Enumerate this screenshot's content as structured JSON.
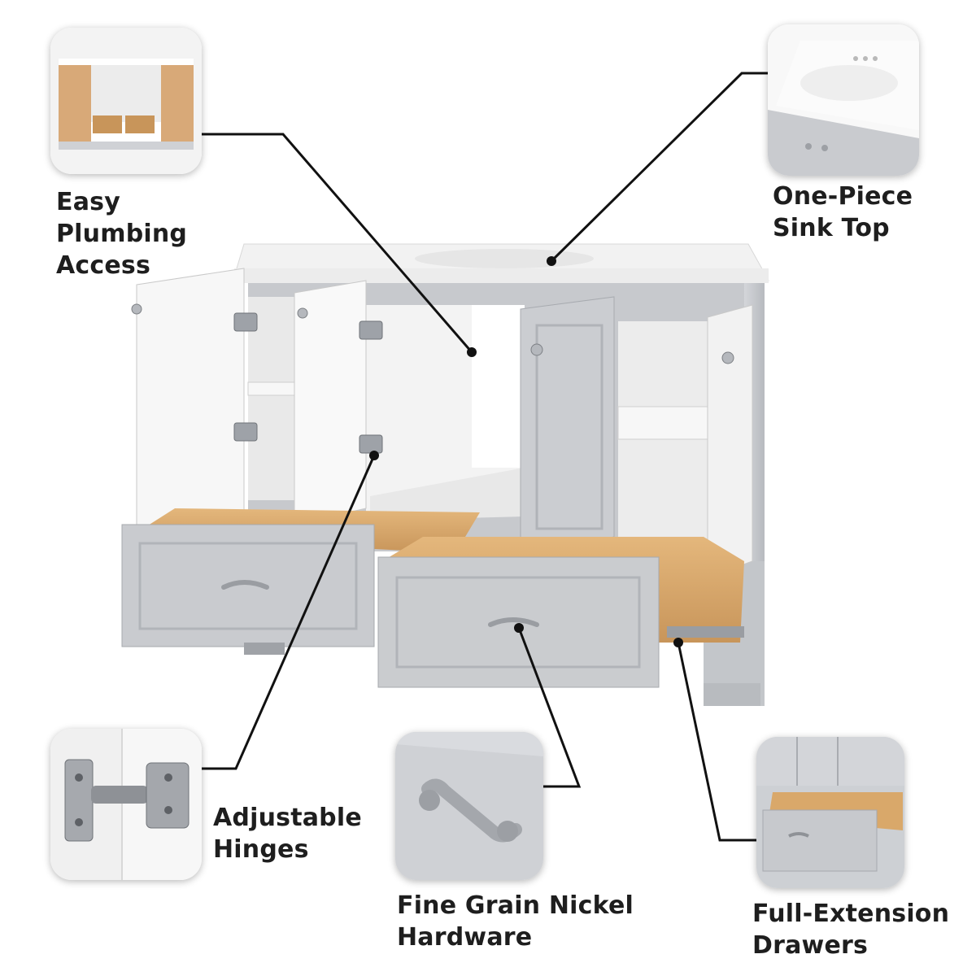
{
  "features": {
    "plumbing": {
      "line1": "Easy",
      "line2": "Plumbing",
      "line3": "Access"
    },
    "sink_top": {
      "line1": "One-Piece",
      "line2": "Sink Top"
    },
    "hinges": {
      "line1": "Adjustable",
      "line2": "Hinges"
    },
    "hardware": {
      "line1": "Fine Grain Nickel",
      "line2": "Hardware"
    },
    "drawers": {
      "line1": "Full-Extension",
      "line2": "Drawers"
    }
  },
  "colors": {
    "cabinet_gray": "#c9cbcf",
    "cabinet_shadow": "#a9acb1",
    "sink_white": "#f4f4f4",
    "drawer_wood": "#d9a86a",
    "callout_line": "#111111"
  }
}
